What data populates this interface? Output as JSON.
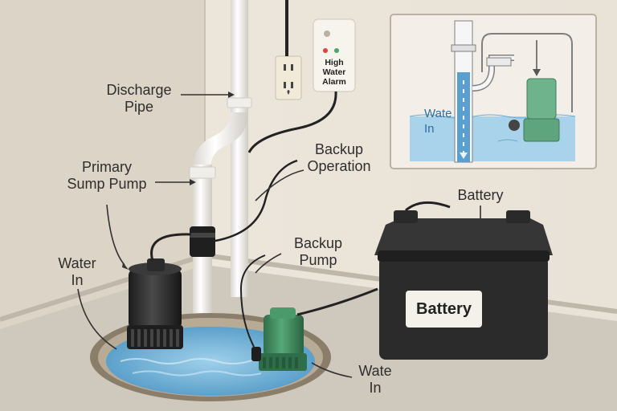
{
  "labels": {
    "discharge_pipe": [
      "Discharge",
      "Pipe"
    ],
    "primary_pump": [
      "Primary",
      "Sump Pump"
    ],
    "water_in_left": [
      "Water",
      "In"
    ],
    "backup_operation": [
      "Backup",
      "Operation"
    ],
    "backup_pump": [
      "Backup",
      "Pump"
    ],
    "battery_top": "Battery",
    "water_in_right": [
      "Wate",
      "In"
    ]
  },
  "alarm": {
    "text": [
      "High",
      "Water",
      "Alarm"
    ]
  },
  "battery": {
    "plate": "Battery"
  },
  "inset": {
    "water_label": [
      "Wate",
      "In"
    ]
  },
  "colors": {
    "wall": "#e9e3d8",
    "floor": "#cfc8bc",
    "pipe": "#f4f2ee",
    "primary_pump": "#2a2a2a",
    "backup_pump": "#3d8a5e",
    "battery": "#2b2b2b",
    "water": "#8fc3e0",
    "inset_bg": "#f3efe8"
  },
  "icons": [
    "outlet-icon",
    "alarm-indicator-icon"
  ]
}
